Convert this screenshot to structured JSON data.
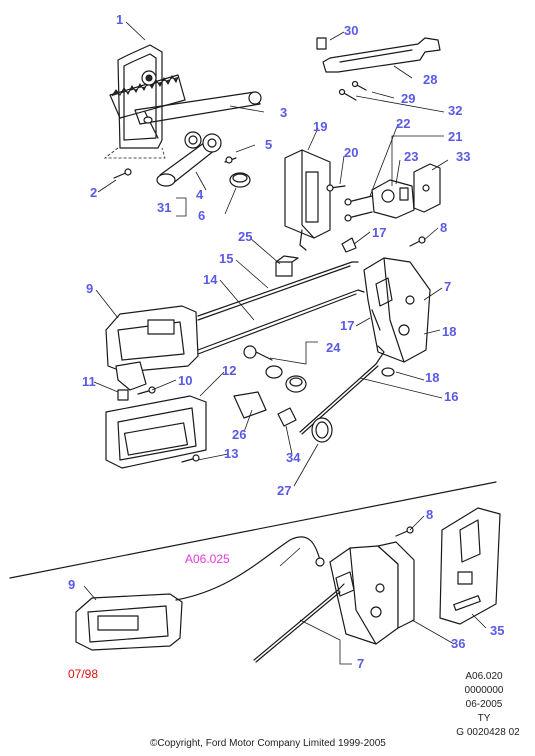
{
  "callouts": [
    {
      "id": "1",
      "label": "1"
    },
    {
      "id": "2",
      "label": "2"
    },
    {
      "id": "3",
      "label": "3"
    },
    {
      "id": "4",
      "label": "4"
    },
    {
      "id": "5",
      "label": "5"
    },
    {
      "id": "6",
      "label": "6"
    },
    {
      "id": "31",
      "label": "31"
    },
    {
      "id": "30",
      "label": "30"
    },
    {
      "id": "28",
      "label": "28"
    },
    {
      "id": "29",
      "label": "29"
    },
    {
      "id": "32",
      "label": "32"
    },
    {
      "id": "19",
      "label": "19"
    },
    {
      "id": "20",
      "label": "20"
    },
    {
      "id": "22",
      "label": "22"
    },
    {
      "id": "21",
      "label": "21"
    },
    {
      "id": "23",
      "label": "23"
    },
    {
      "id": "33",
      "label": "33"
    },
    {
      "id": "17a",
      "label": "17"
    },
    {
      "id": "8a",
      "label": "8"
    },
    {
      "id": "25",
      "label": "25"
    },
    {
      "id": "15",
      "label": "15"
    },
    {
      "id": "14",
      "label": "14"
    },
    {
      "id": "9a",
      "label": "9"
    },
    {
      "id": "7a",
      "label": "7"
    },
    {
      "id": "17b",
      "label": "17"
    },
    {
      "id": "18a",
      "label": "18"
    },
    {
      "id": "24",
      "label": "24"
    },
    {
      "id": "11",
      "label": "11"
    },
    {
      "id": "10",
      "label": "10"
    },
    {
      "id": "12",
      "label": "12"
    },
    {
      "id": "18b",
      "label": "18"
    },
    {
      "id": "16",
      "label": "16"
    },
    {
      "id": "26",
      "label": "26"
    },
    {
      "id": "13",
      "label": "13"
    },
    {
      "id": "34",
      "label": "34"
    },
    {
      "id": "27",
      "label": "27"
    },
    {
      "id": "8b",
      "label": "8"
    },
    {
      "id": "9b",
      "label": "9"
    },
    {
      "id": "36",
      "label": "36"
    },
    {
      "id": "35",
      "label": "35"
    },
    {
      "id": "7b",
      "label": "7"
    }
  ],
  "reference_link": "A06.025",
  "date_code": "07/98",
  "footer_meta": [
    "A06.020",
    "0000000",
    "06-2005",
    "TY",
    "G 0020428 02"
  ],
  "copyright": "©Copyright, Ford Motor Company Limited 1999-2005",
  "colors": {
    "callout": "#5a5ae6",
    "reference_link": "#e23ae0",
    "date_code": "#e01010",
    "line": "#1a1a1a"
  }
}
